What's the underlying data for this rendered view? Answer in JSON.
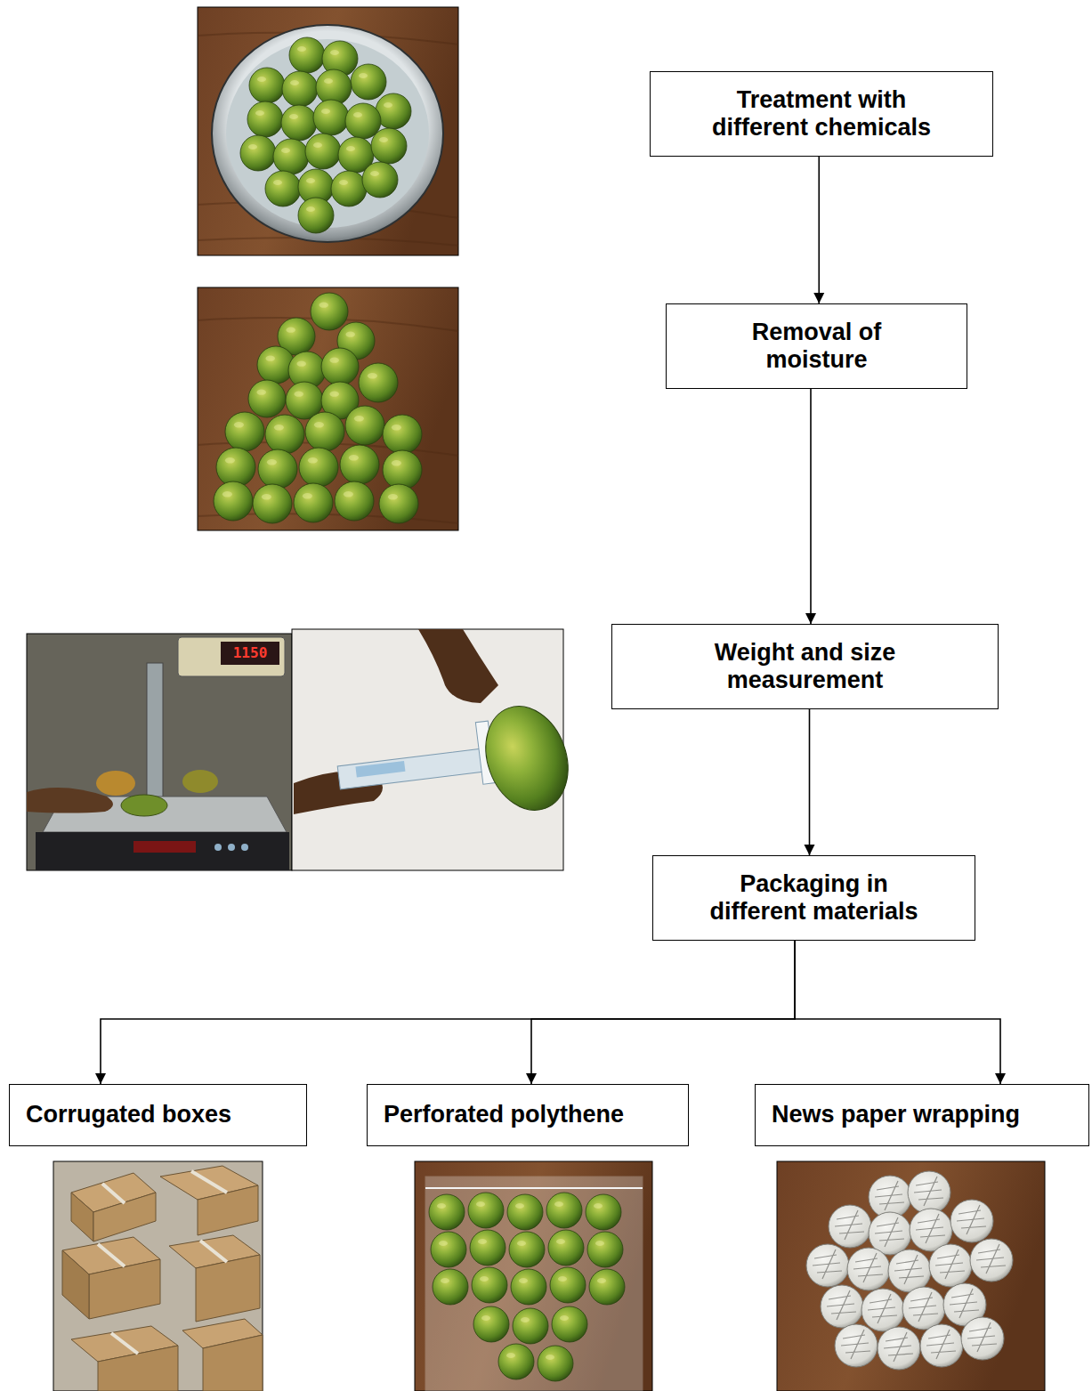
{
  "diagram": {
    "nodes": [
      {
        "text": [
          "Treatment with different chemicals"
        ]
      },
      {
        "text": [
          "Removal of moisture"
        ]
      },
      {
        "text": [
          "Weight and size measurement"
        ]
      },
      {
        "text": [
          "Packaging in different materials"
        ]
      },
      {
        "text": [
          "Corrugated boxes"
        ]
      },
      {
        "text": [
          "Perforated polythene"
        ]
      },
      {
        "text": [
          "News paper wrapping"
        ]
      }
    ],
    "edges": [
      {
        "from": 0,
        "to": 1,
        "arrow": "to"
      },
      {
        "from": 1,
        "to": 2,
        "arrow": "to"
      },
      {
        "from": 2,
        "to": 3,
        "arrow": "to"
      },
      {
        "from": 3,
        "to": 4,
        "arrow": "to"
      },
      {
        "from": 3,
        "to": 5,
        "arrow": "to"
      },
      {
        "from": 3,
        "to": 6,
        "arrow": "to"
      }
    ],
    "labels": [
      "1150"
    ]
  }
}
